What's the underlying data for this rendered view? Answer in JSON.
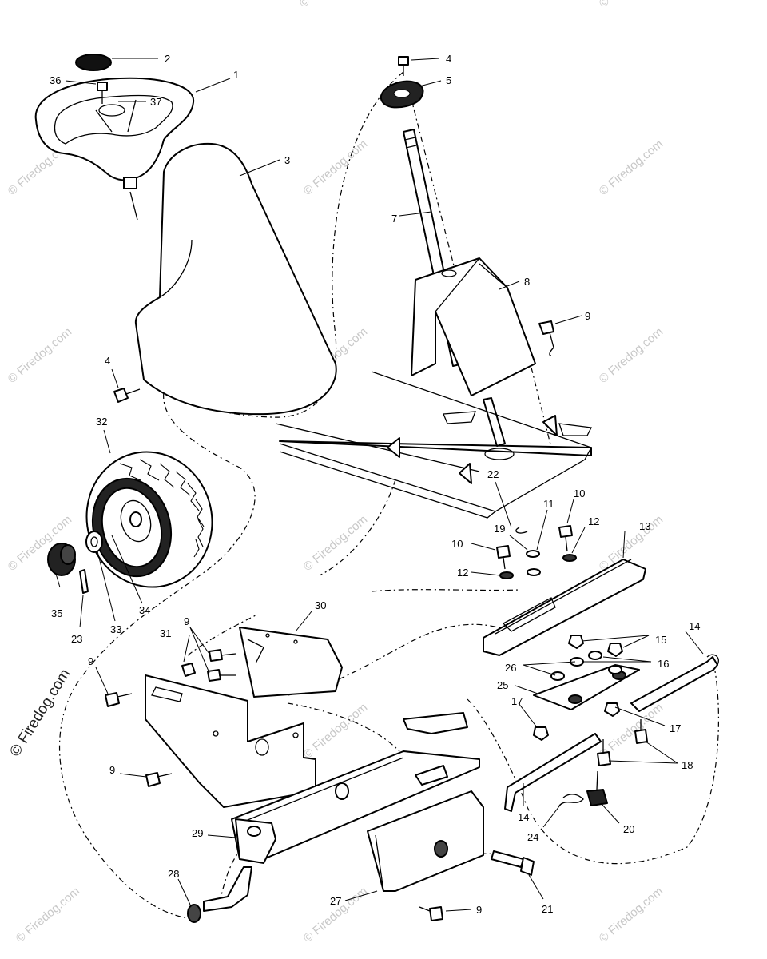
{
  "watermark": {
    "text": "© Firedog.com",
    "side_text": "© Firedog.com"
  },
  "callouts": {
    "c1": "1",
    "c2": "2",
    "c3": "3",
    "c4a": "4",
    "c4b": "4",
    "c5": "5",
    "c7": "7",
    "c8": "8",
    "c9a": "9",
    "c9b": "9",
    "c9c": "9",
    "c9d": "9",
    "c9e": "9",
    "c10a": "10",
    "c10b": "10",
    "c11": "11",
    "c12a": "12",
    "c12b": "12",
    "c13": "13",
    "c14a": "14",
    "c14b": "14",
    "c15": "15",
    "c16": "16",
    "c17a": "17",
    "c17b": "17",
    "c18": "18",
    "c19": "19",
    "c20": "20",
    "c21": "21",
    "c22": "22",
    "c23": "23",
    "c24": "24",
    "c25": "25",
    "c26": "26",
    "c27": "27",
    "c28": "28",
    "c29": "29",
    "c30": "30",
    "c31": "31",
    "c32": "32",
    "c33": "33",
    "c34": "34",
    "c35": "35",
    "c36": "36",
    "c37": "37"
  }
}
